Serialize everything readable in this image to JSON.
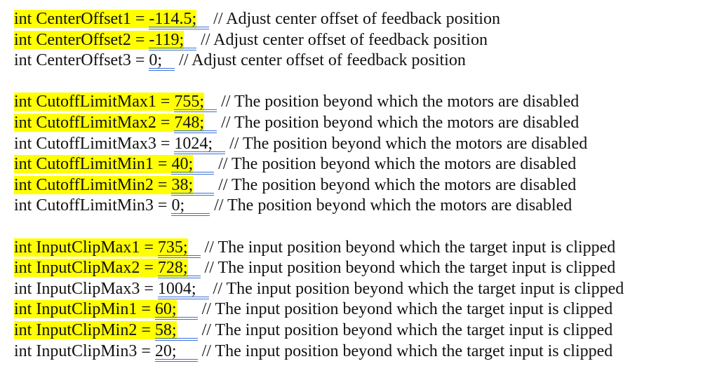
{
  "groups": [
    {
      "lines": [
        {
          "highlight": true,
          "decl": "int CenterOffset1 = ",
          "value": "-114.5;",
          "pad": "   ",
          "comment": "// Adjust center offset of feedback position"
        },
        {
          "highlight": true,
          "decl": "int CenterOffset2 = ",
          "value": "-119;",
          "pad": "   ",
          "comment": "// Adjust center offset of feedback position"
        },
        {
          "highlight": false,
          "decl": "int CenterOffset3 = ",
          "value": "0;",
          "pad": "   ",
          "comment": "// Adjust center offset of feedback position"
        }
      ]
    },
    {
      "lines": [
        {
          "highlight": true,
          "decl": "int CutoffLimitMax1 = ",
          "value": "755;",
          "pad": "   ",
          "comment": "// The position beyond which the motors are disabled"
        },
        {
          "highlight": true,
          "decl": "int CutoffLimitMax2 = ",
          "value": "748;",
          "pad": "   ",
          "comment": "// The position beyond which the motors are disabled"
        },
        {
          "highlight": false,
          "decl": "int CutoffLimitMax3 = ",
          "value": "1024;",
          "pad": "   ",
          "comment": "// The position beyond which the motors are disabled"
        },
        {
          "highlight": true,
          "decl": "int CutoffLimitMin1 = ",
          "value": "40;",
          "pad": "     ",
          "comment": "// The position beyond which the motors are disabled"
        },
        {
          "highlight": true,
          "decl": "int CutoffLimitMin2 = ",
          "value": "38;",
          "pad": "     ",
          "comment": "// The position beyond which the motors are disabled"
        },
        {
          "highlight": false,
          "decl": "int CutoffLimitMin3 = ",
          "value": "0;",
          "pad": "      ",
          "comment": "// The position beyond which the motors are disabled"
        }
      ]
    },
    {
      "lines": [
        {
          "highlight": true,
          "decl": "int InputClipMax1 = ",
          "value": "735;",
          "pad": "   ",
          "comment": "// The input position beyond which the target input is clipped"
        },
        {
          "highlight": true,
          "decl": "int InputClipMax2 = ",
          "value": "728;",
          "pad": "   ",
          "comment": "// The input position beyond which the target input is clipped"
        },
        {
          "highlight": false,
          "decl": "int InputClipMax3 = ",
          "value": "1004;",
          "pad": "   ",
          "comment": "// The input position beyond which the target input is clipped"
        },
        {
          "highlight": true,
          "decl": "int InputClipMin1 = ",
          "value": "60;",
          "pad": "     ",
          "comment": "// The input position beyond which the target input is clipped"
        },
        {
          "highlight": true,
          "decl": "int InputClipMin2 = ",
          "value": "58;",
          "pad": "     ",
          "comment": "// The input position beyond which the target input is clipped"
        },
        {
          "highlight": false,
          "decl": "int InputClipMin3 = ",
          "value": "20;",
          "pad": "     ",
          "comment": "// The input position beyond which the target input is clipped"
        }
      ]
    }
  ],
  "colors": {
    "highlight": "#ffff00",
    "underline": "#3b6fd6",
    "text": "#111111"
  }
}
